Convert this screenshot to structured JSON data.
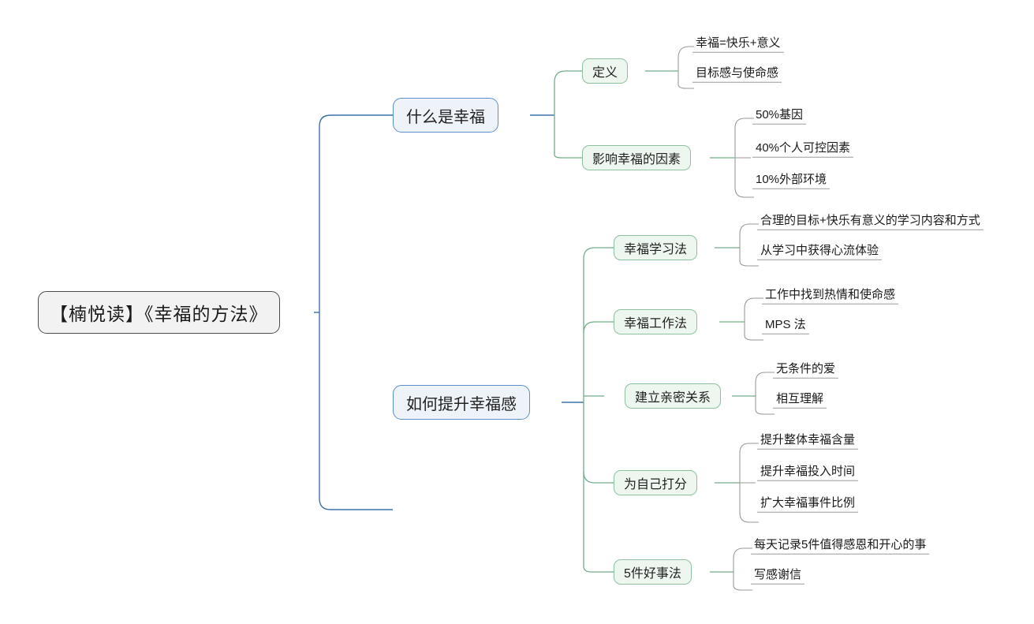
{
  "title": "【楠悦读】《幸福的方法》",
  "colors": {
    "root_border": "#4d4d4d",
    "root_fill": "#f2f2f2",
    "branch_border": "#5b8fc9",
    "branch_fill": "#eef2f9",
    "sub_border": "#8fc0a0",
    "sub_fill": "#eef7ef",
    "leaf_line": "#9a9a9a",
    "background": "#ffffff"
  },
  "root": {
    "label": "【楠悦读】《幸福的方法》"
  },
  "branches": [
    {
      "label": "什么是幸福",
      "subs": [
        {
          "label": "定义",
          "leaves": [
            "幸福=快乐+意义",
            "目标感与使命感"
          ]
        },
        {
          "label": "影响幸福的因素",
          "leaves": [
            "50%基因",
            "40%个人可控因素",
            "10%外部环境"
          ]
        }
      ]
    },
    {
      "label": "如何提升幸福感",
      "subs": [
        {
          "label": "幸福学习法",
          "leaves": [
            "合理的目标+快乐有意义的学习内容和方式",
            "从学习中获得心流体验"
          ]
        },
        {
          "label": "幸福工作法",
          "leaves": [
            "工作中找到热情和使命感",
            "MPS 法"
          ]
        },
        {
          "label": "建立亲密关系",
          "leaves": [
            "无条件的爱",
            "相互理解"
          ]
        },
        {
          "label": "为自己打分",
          "leaves": [
            "提升整体幸福含量",
            "提升幸福投入时间",
            "扩大幸福事件比例"
          ]
        },
        {
          "label": "5件好事法",
          "leaves": [
            "每天记录5件值得感恩和开心的事",
            "写感谢信"
          ]
        }
      ]
    }
  ]
}
